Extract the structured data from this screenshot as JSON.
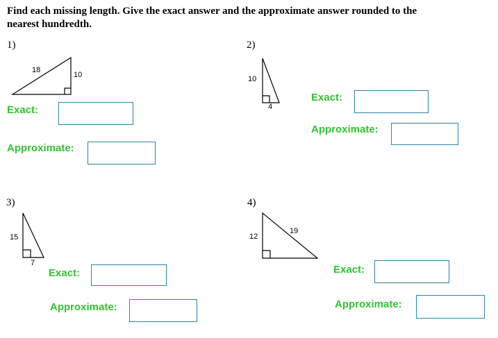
{
  "title": {
    "line1": "Find each missing length.  Give the exact answer and the approximate answer rounded to the",
    "line2": "nearest hundredth."
  },
  "answer_labels": {
    "exact": "Exact:",
    "approximate": "Approximate:"
  },
  "colors": {
    "label_green": "#33C133",
    "box_border_teal": "#2C84A4",
    "figure_black": "#000000",
    "background": "#ffffff"
  },
  "problems": [
    {
      "number": "1)",
      "side_labels": {
        "hypotenuse": "18",
        "leg_vertical": "10"
      },
      "exact_value": "",
      "approximate_value": ""
    },
    {
      "number": "2)",
      "side_labels": {
        "leg_vertical": "10",
        "leg_horizontal": "4"
      },
      "exact_value": "",
      "approximate_value": ""
    },
    {
      "number": "3)",
      "side_labels": {
        "leg_vertical": "15",
        "leg_horizontal": "7"
      },
      "exact_value": "",
      "approximate_value": ""
    },
    {
      "number": "4)",
      "side_labels": {
        "leg_vertical": "12",
        "hypotenuse": "19"
      },
      "exact_value": "",
      "approximate_value": ""
    }
  ]
}
